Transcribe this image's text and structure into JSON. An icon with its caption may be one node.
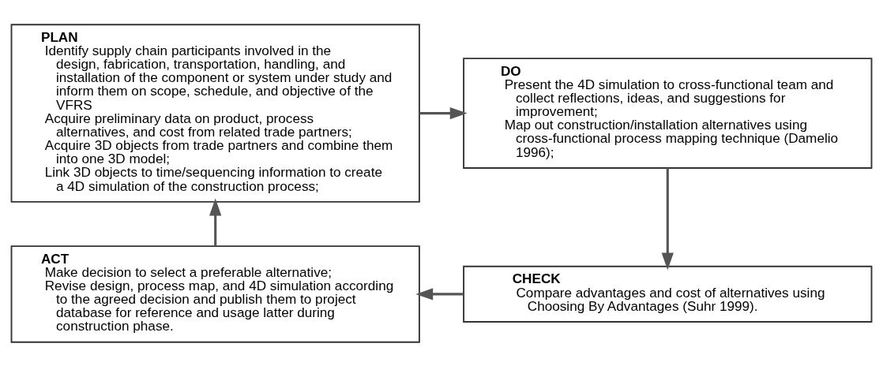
{
  "diagram": {
    "nodes": [
      {
        "text": [
          "PLAN",
          "Identify supply chain participants involved in the design, fabrication, transportation, handling, and installation of the component or system under study and inform them on scope, schedule, and objective of the VFRS",
          "Acquire preliminary data on product, process alternatives, and cost from related trade partners;",
          "Acquire 3D objects from trade partners and combine them into one 3D model;",
          "Link 3D objects to time/sequencing information to create a 4D simulation of the construction process;"
        ]
      },
      {
        "text": [
          "DO",
          "Present the 4D simulation to cross-functional team and collect reflections, ideas, and suggestions for improvement;",
          "Map out construction/installation alternatives using cross-functional process mapping technique (Damelio 1996);"
        ]
      },
      {
        "text": [
          "ACT",
          "Make decision to select a preferable alternative;",
          "Revise design, process map, and 4D simulation according to the agreed decision and publish them to project database for reference and usage latter during construction phase."
        ]
      },
      {
        "text": [
          "CHECK",
          "Compare advantages and cost of alternatives using Choosing By Advantages (Suhr 1999)."
        ]
      }
    ],
    "edges": [
      {
        "from": 0,
        "to": 1,
        "arrow": "to"
      },
      {
        "from": 1,
        "to": 3,
        "arrow": "to"
      },
      {
        "from": 3,
        "to": 2,
        "arrow": "to"
      },
      {
        "from": 2,
        "to": 0,
        "arrow": "to"
      }
    ]
  }
}
